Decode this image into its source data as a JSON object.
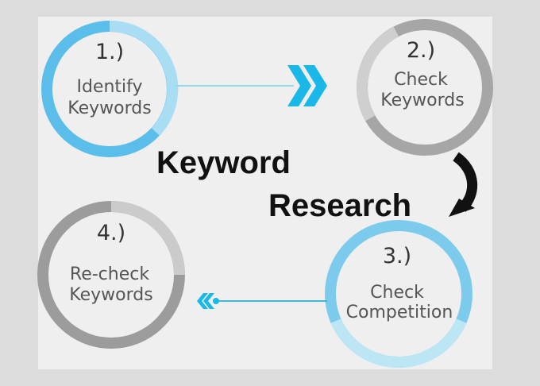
{
  "title": {
    "line1": "Keyword",
    "line2": "Research"
  },
  "steps": [
    {
      "number": "1.)",
      "line1": "Identify",
      "line2": "Keywords"
    },
    {
      "number": "2.)",
      "line1": "Check",
      "line2": "Keywords"
    },
    {
      "number": "3.)",
      "line1": "Check",
      "line2": "Competition"
    },
    {
      "number": "4.)",
      "line1": "Re-check",
      "line2": "Keywords"
    }
  ],
  "colors": {
    "blue": "#5bbde9",
    "light_blue": "#a9ddf3",
    "gray": "#a6a6a6",
    "light_gray": "#cfcfcf",
    "arrow": "#1ab8e8"
  }
}
